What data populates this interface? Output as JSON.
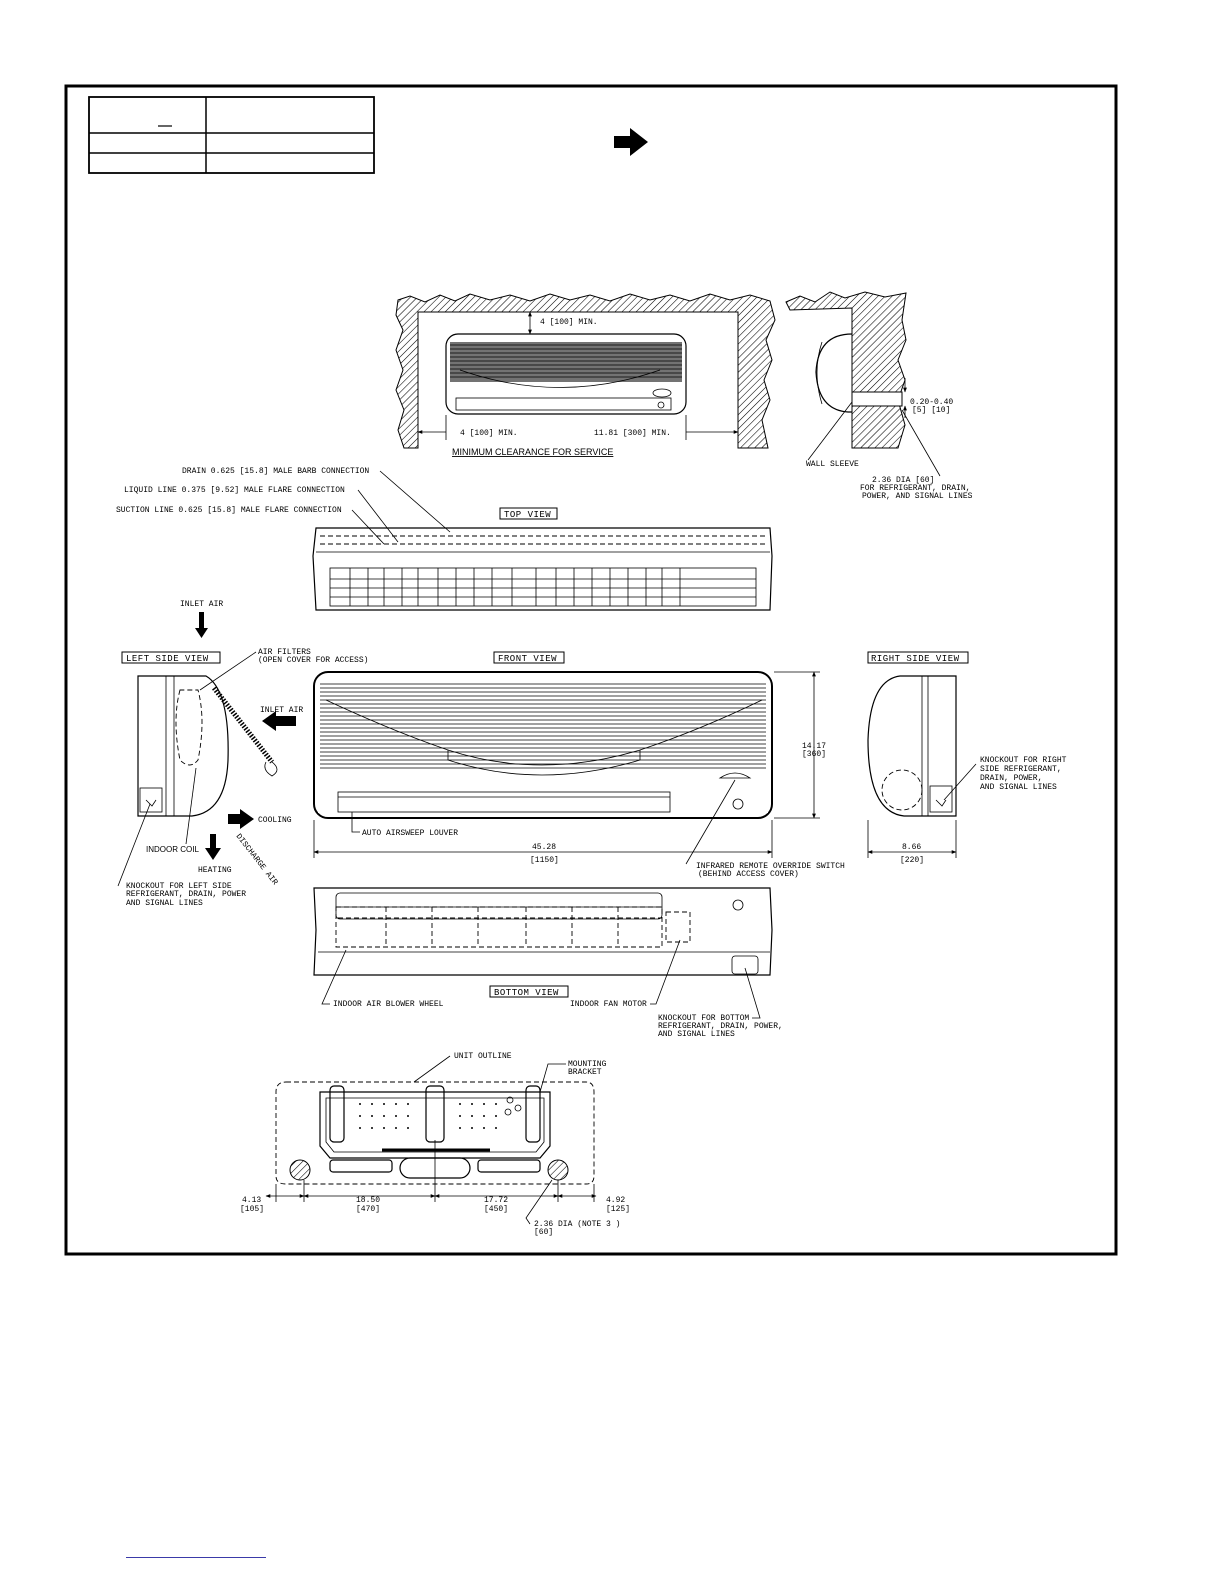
{
  "title_table": {
    "rows": [
      [
        "",
        ""
      ],
      [
        "",
        ""
      ],
      [
        "",
        ""
      ]
    ]
  },
  "labels": {
    "service_clearance": {
      "top": "4 [100] MIN.",
      "left": "4 [100] MIN.",
      "right": "11.81 [300] MIN.",
      "caption": "MINIMUM CLEARANCE FOR SERVICE"
    },
    "wall": {
      "gap": "0.20-0.40",
      "gap_mm": "[5]   [10]",
      "sleeve": "WALL SLEEVE",
      "hole_1": "2.36 DIA [60]",
      "hole_2": "FOR REFRIGERANT, DRAIN,",
      "hole_3": "POWER, AND SIGNAL LINES"
    },
    "connections": {
      "drain": "DRAIN 0.625 [15.8] MALE BARB CONNECTION",
      "liquid": "LIQUID LINE 0.375 [9.52] MALE FLARE CONNECTION",
      "suction": "SUCTION LINE 0.625 [15.8] MALE FLARE CONNECTION"
    },
    "views": {
      "top": "TOP VIEW",
      "left": "LEFT SIDE VIEW",
      "front": "FRONT VIEW",
      "right": "RIGHT SIDE VIEW",
      "bottom": "BOTTOM VIEW"
    },
    "left_side": {
      "inlet_top": "INLET AIR",
      "filters_1": "AIR FILTERS",
      "filters_2": "(OPEN COVER FOR ACCESS)",
      "inlet_front": "INLET AIR",
      "cooling": "COOLING",
      "indoor_coil": "INDOOR COIL",
      "heating": "HEATING",
      "discharge": "DISCHARGE AIR",
      "knockout_1": "KNOCKOUT FOR LEFT SIDE",
      "knockout_2": "REFRIGERANT, DRAIN, POWER",
      "knockout_3": "AND SIGNAL LINES"
    },
    "front": {
      "louver": "AUTO AIRSWEEP LOUVER",
      "width": "45.28",
      "width_mm": "[1150]",
      "height": "14.17",
      "height_mm": "[360]",
      "ir_1": "INFRARED REMOTE OVERRIDE SWITCH",
      "ir_2": "(BEHIND ACCESS COVER)"
    },
    "right_side": {
      "ko_1": "KNOCKOUT FOR RIGHT",
      "ko_2": "SIDE REFRIGERANT,",
      "ko_3": "DRAIN, POWER,",
      "ko_4": "AND SIGNAL LINES",
      "depth": "8.66",
      "depth_mm": "[220]"
    },
    "bottom": {
      "blower": "INDOOR AIR BLOWER WHEEL",
      "motor": "INDOOR FAN MOTOR",
      "ko_1": "KNOCKOUT FOR BOTTOM",
      "ko_2": "REFRIGERANT, DRAIN, POWER,",
      "ko_3": "AND SIGNAL LINES"
    },
    "bracket": {
      "outline": "UNIT OUTLINE",
      "bracket_1": "MOUNTING",
      "bracket_2": "BRACKET",
      "d1": "4.13",
      "d1_mm": "[105]",
      "d2": "18.50",
      "d2_mm": "[470]",
      "d3": "17.72",
      "d3_mm": "[450]",
      "d4": "4.92",
      "d4_mm": "[125]",
      "hole": "2.36 DIA  (NOTE 3 )",
      "hole_mm": "[60]"
    }
  }
}
